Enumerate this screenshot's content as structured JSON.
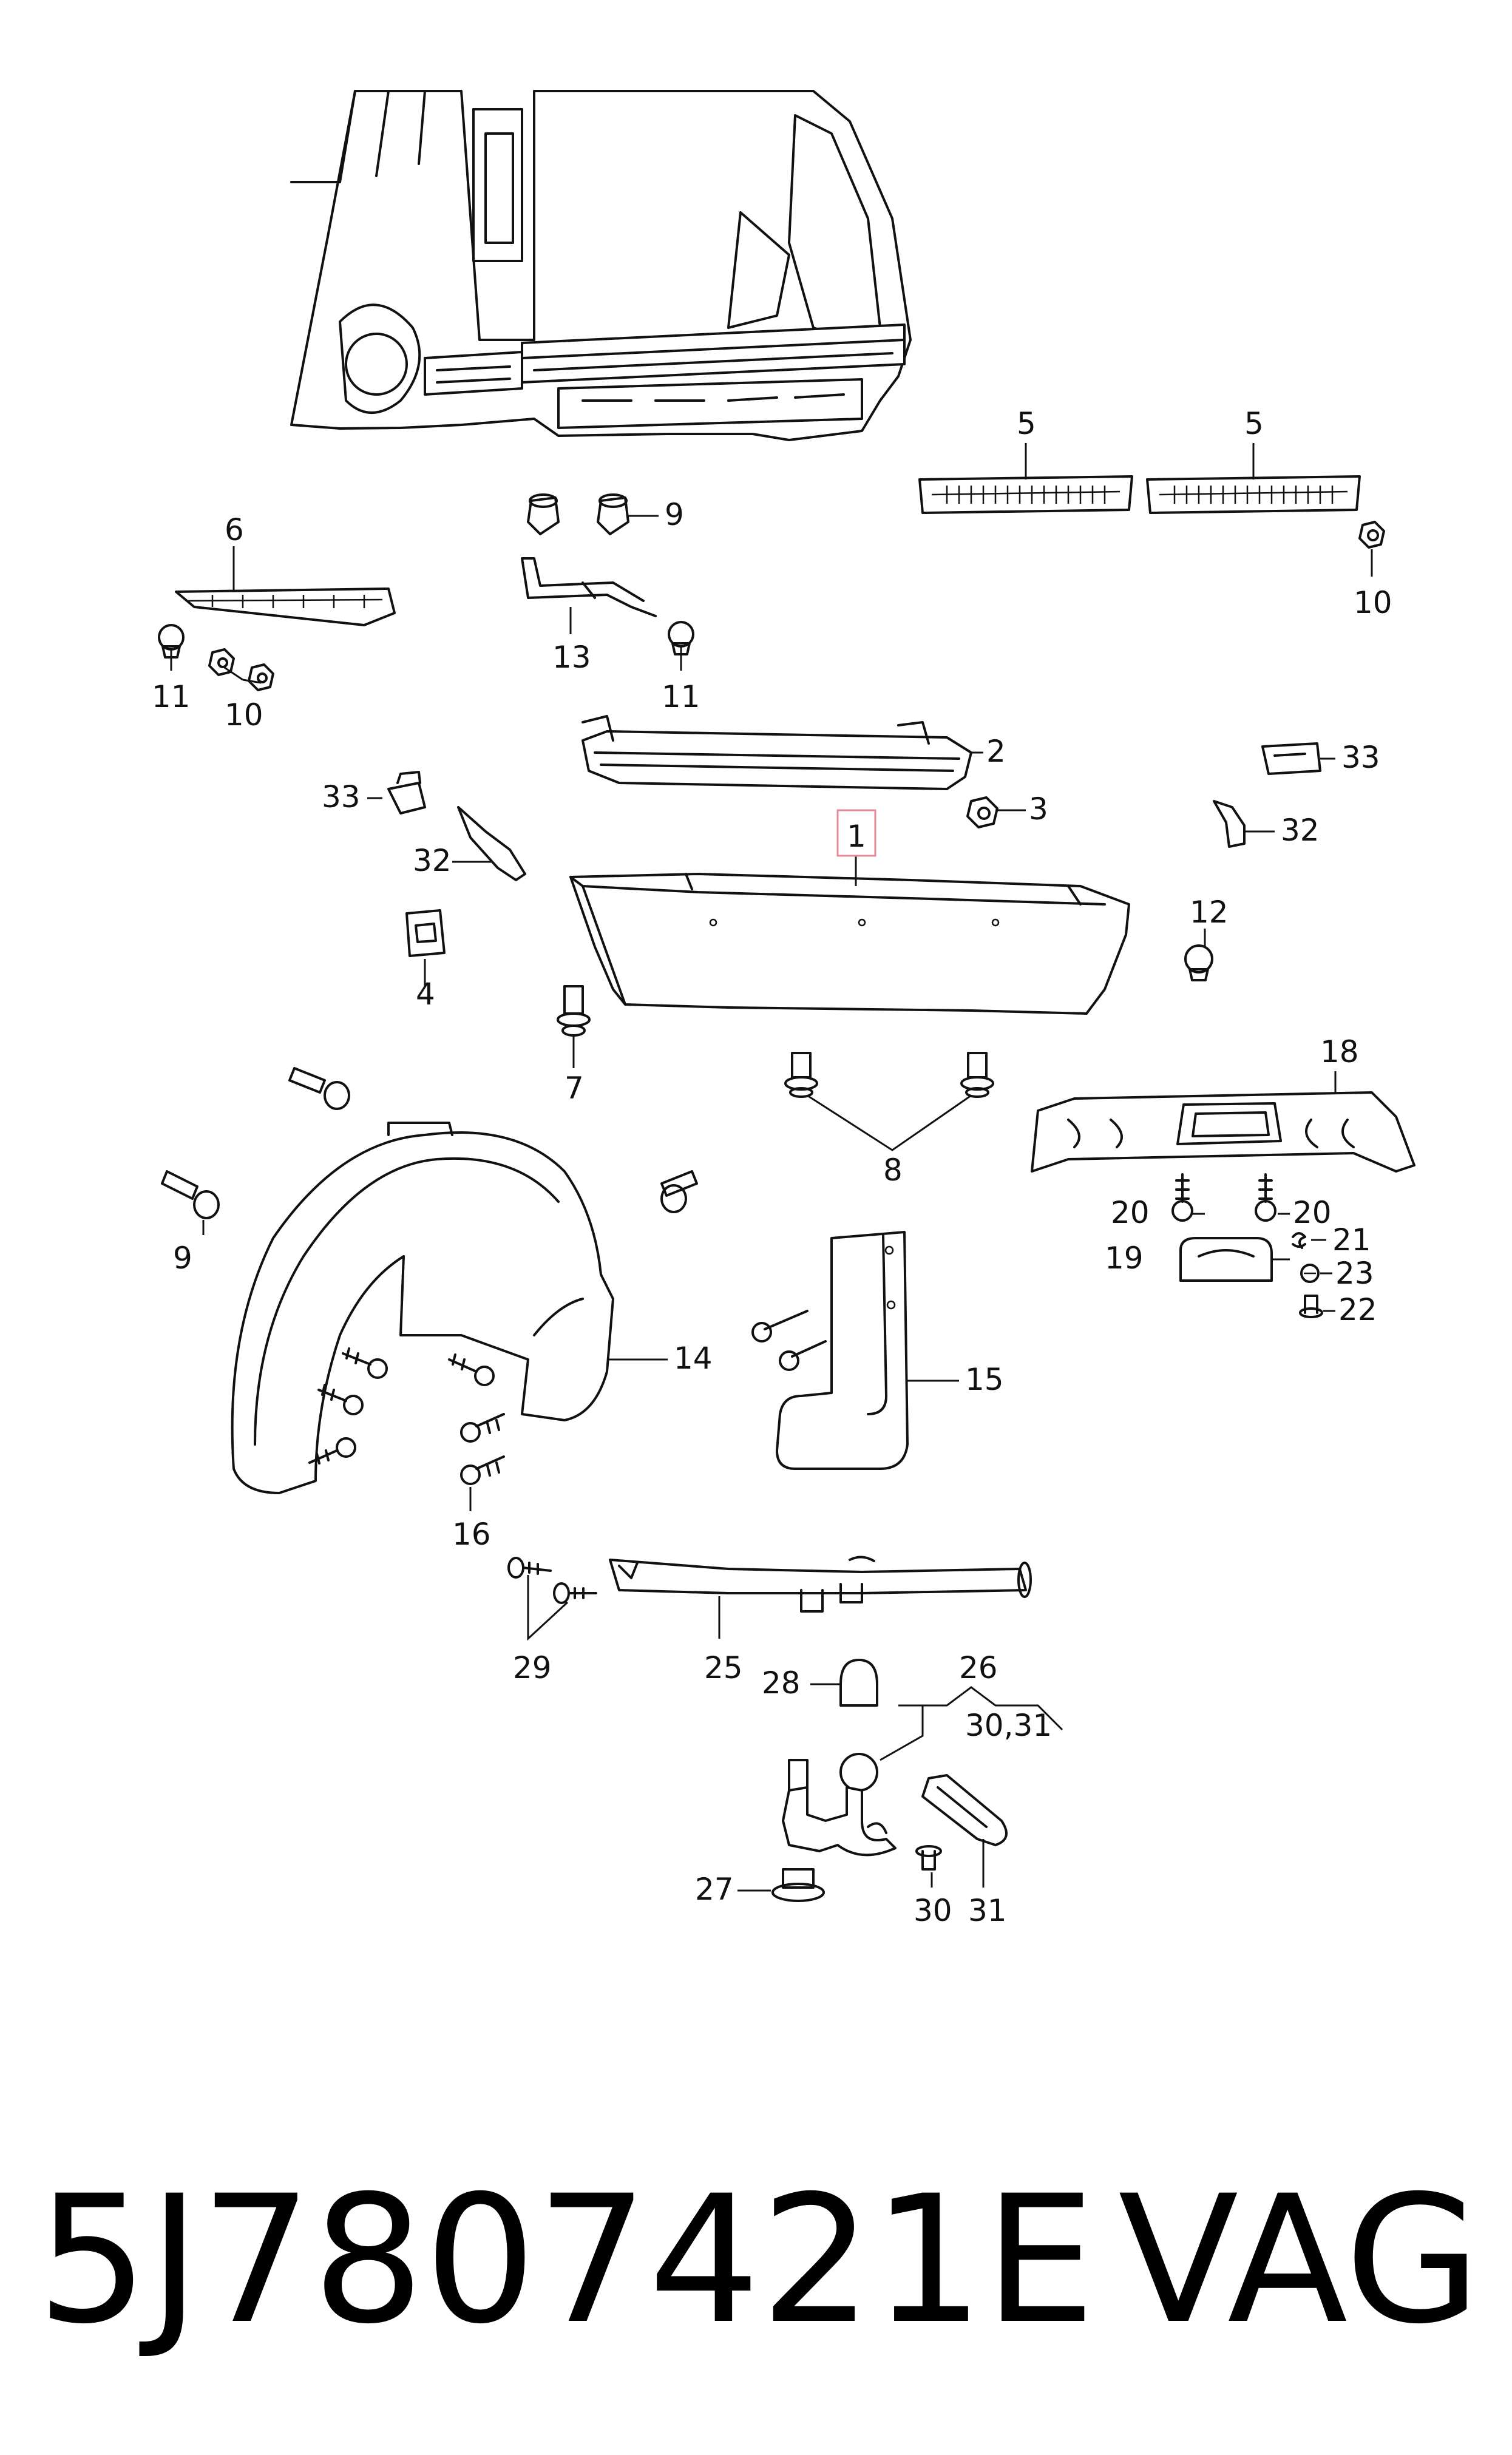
{
  "diagram": {
    "callouts": [
      {
        "id": "c1",
        "text": "1",
        "highlighted": true
      },
      {
        "id": "c2",
        "text": "2"
      },
      {
        "id": "c3",
        "text": "3"
      },
      {
        "id": "c4",
        "text": "4"
      },
      {
        "id": "c5a",
        "text": "5"
      },
      {
        "id": "c5b",
        "text": "5"
      },
      {
        "id": "c6",
        "text": "6"
      },
      {
        "id": "c7",
        "text": "7"
      },
      {
        "id": "c8",
        "text": "8"
      },
      {
        "id": "c9a",
        "text": "9"
      },
      {
        "id": "c9b",
        "text": "9"
      },
      {
        "id": "c10a",
        "text": "10"
      },
      {
        "id": "c10b",
        "text": "10"
      },
      {
        "id": "c11a",
        "text": "11"
      },
      {
        "id": "c11b",
        "text": "11"
      },
      {
        "id": "c12",
        "text": "12"
      },
      {
        "id": "c13",
        "text": "13"
      },
      {
        "id": "c14",
        "text": "14"
      },
      {
        "id": "c15",
        "text": "15"
      },
      {
        "id": "c16",
        "text": "16"
      },
      {
        "id": "c18",
        "text": "18"
      },
      {
        "id": "c19",
        "text": "19"
      },
      {
        "id": "c20a",
        "text": "20"
      },
      {
        "id": "c20b",
        "text": "20"
      },
      {
        "id": "c21",
        "text": "21"
      },
      {
        "id": "c22",
        "text": "22"
      },
      {
        "id": "c23",
        "text": "23"
      },
      {
        "id": "c25",
        "text": "25"
      },
      {
        "id": "c26",
        "text": "26"
      },
      {
        "id": "c26sub",
        "text": "30,31"
      },
      {
        "id": "c27",
        "text": "27"
      },
      {
        "id": "c28",
        "text": "28"
      },
      {
        "id": "c29",
        "text": "29"
      },
      {
        "id": "c30",
        "text": "30"
      },
      {
        "id": "c31",
        "text": "31"
      },
      {
        "id": "c32a",
        "text": "32"
      },
      {
        "id": "c32b",
        "text": "32"
      },
      {
        "id": "c33a",
        "text": "33"
      },
      {
        "id": "c33b",
        "text": "33"
      }
    ],
    "highlight_color": "#e58a9a"
  },
  "footer": {
    "part_number": "5J7807421E",
    "brand": "VAG"
  }
}
